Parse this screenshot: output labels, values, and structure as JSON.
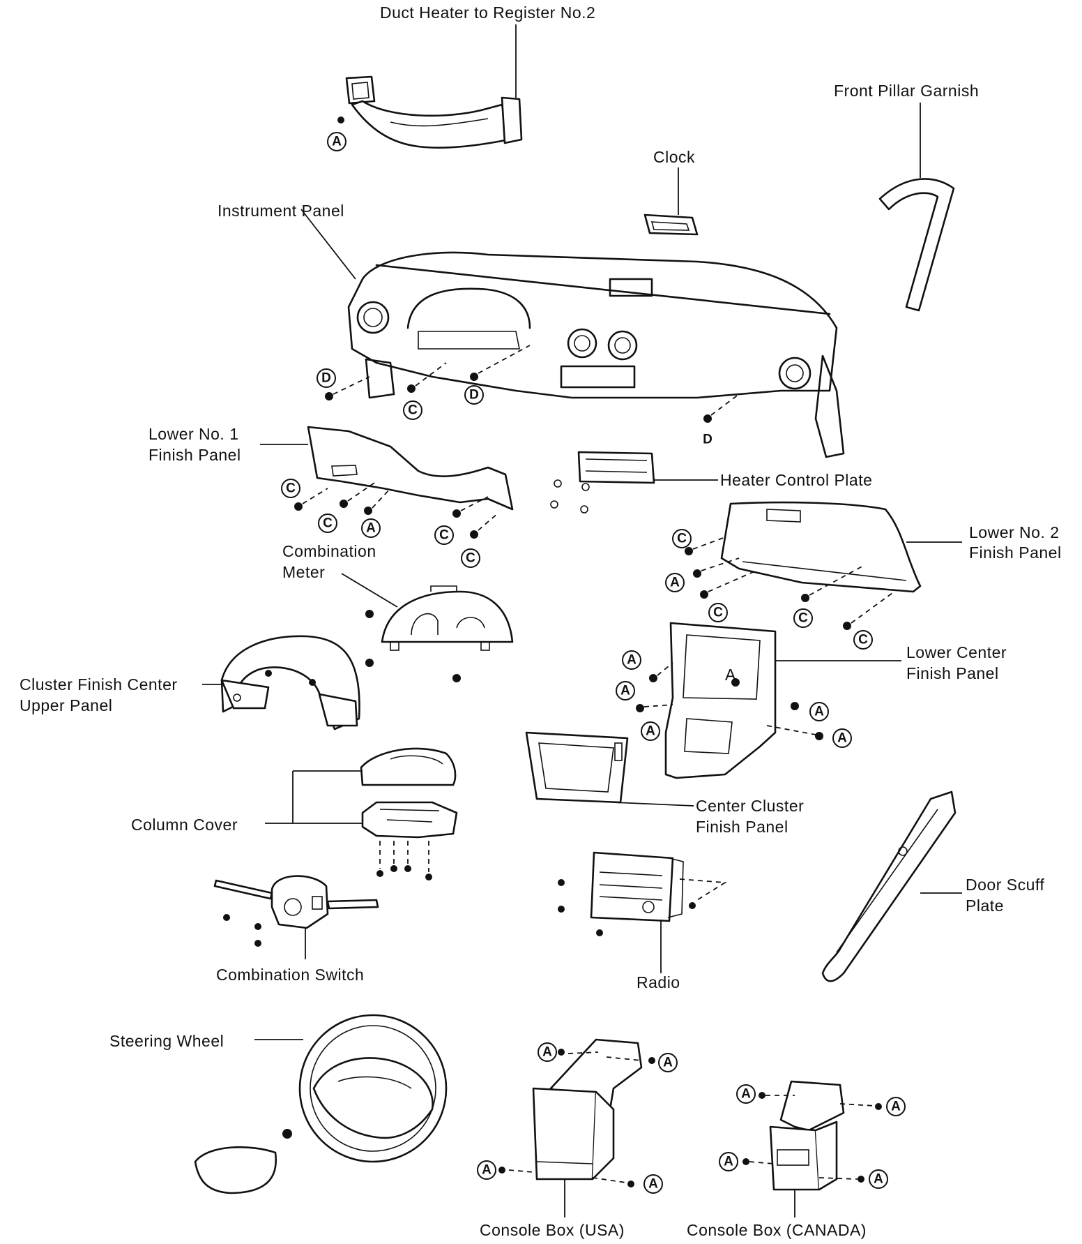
{
  "labels": {
    "duct_heater": "Duct Heater to Register No.2",
    "front_pillar_garnish": "Front Pillar Garnish",
    "clock": "Clock",
    "instrument_panel": "Instrument Panel",
    "lower_no1_l1": "Lower No. 1",
    "lower_no1_l2": "Finish Panel",
    "heater_control_plate": "Heater Control Plate",
    "lower_no2_l1": "Lower No. 2",
    "lower_no2_l2": "Finish Panel",
    "combination_meter_l1": "Combination",
    "combination_meter_l2": "Meter",
    "lower_center_l1": "Lower Center",
    "lower_center_l2": "Finish Panel",
    "cluster_finish_l1": "Cluster Finish Center",
    "cluster_finish_l2": "Upper Panel",
    "column_cover": "Column Cover",
    "center_cluster_l1": "Center Cluster",
    "center_cluster_l2": "Finish Panel",
    "door_scuff_l1": "Door Scuff",
    "door_scuff_l2": "Plate",
    "combination_switch": "Combination Switch",
    "radio": "Radio",
    "steering_wheel": "Steering Wheel",
    "console_usa": "Console Box (USA)",
    "console_canada": "Console Box (CANADA)"
  },
  "fastener_marks": {
    "a": "A",
    "c": "C",
    "d": "D"
  }
}
